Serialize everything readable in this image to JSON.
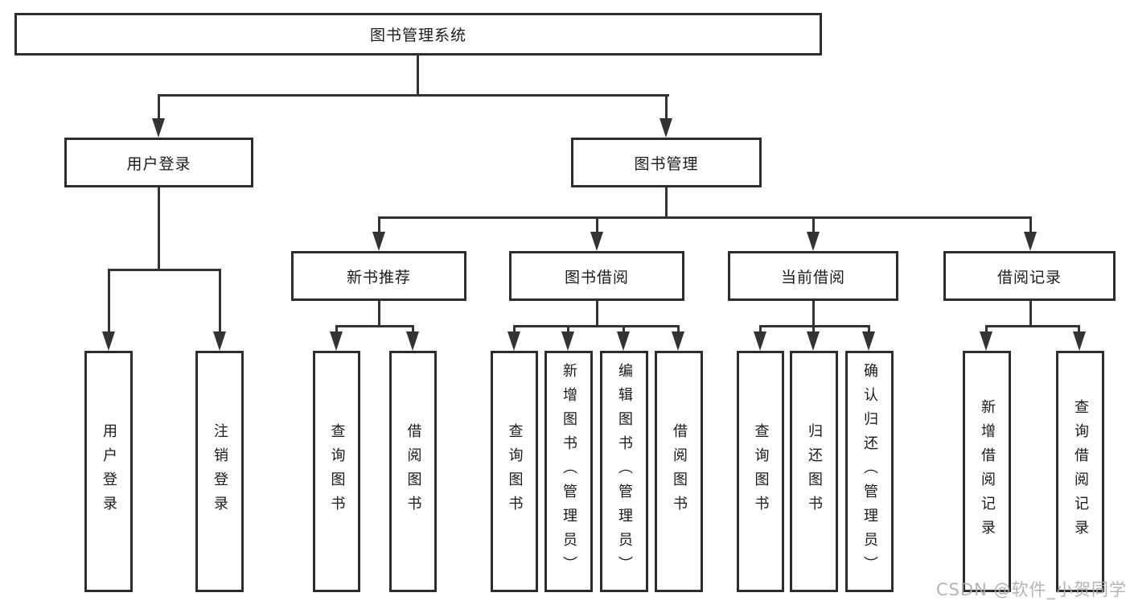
{
  "diagram": {
    "root": {
      "label": "图书管理系统"
    },
    "level2": [
      {
        "label": "用户登录"
      },
      {
        "label": "图书管理"
      }
    ],
    "level3": [
      {
        "parent": "图书管理",
        "label": "新书推荐"
      },
      {
        "parent": "图书管理",
        "label": "图书借阅"
      },
      {
        "parent": "图书管理",
        "label": "当前借阅"
      },
      {
        "parent": "图书管理",
        "label": "借阅记录"
      }
    ],
    "leaves": [
      {
        "parent": "用户登录",
        "label": "用户登录"
      },
      {
        "parent": "用户登录",
        "label": "注销登录"
      },
      {
        "parent": "新书推荐",
        "label": "查询图书"
      },
      {
        "parent": "新书推荐",
        "label": "借阅图书"
      },
      {
        "parent": "图书借阅",
        "label": "查询图书"
      },
      {
        "parent": "图书借阅",
        "label": "新增图书（管理员）"
      },
      {
        "parent": "图书借阅",
        "label": "编辑图书（管理员）"
      },
      {
        "parent": "图书借阅",
        "label": "借阅图书"
      },
      {
        "parent": "当前借阅",
        "label": "查询图书"
      },
      {
        "parent": "当前借阅",
        "label": "归还图书"
      },
      {
        "parent": "当前借阅",
        "label": "确认归还（管理员）"
      },
      {
        "parent": "借阅记录",
        "label": "新增借阅记录"
      },
      {
        "parent": "借阅记录",
        "label": "查询借阅记录"
      }
    ],
    "colors": {
      "line": "#333333",
      "box_border": "#2d2d2d",
      "text": "#1a1a1a",
      "background": "#ffffff",
      "watermark": "#a8acb1"
    }
  },
  "watermark": {
    "text": "CSDN @软件_小贺同学"
  }
}
